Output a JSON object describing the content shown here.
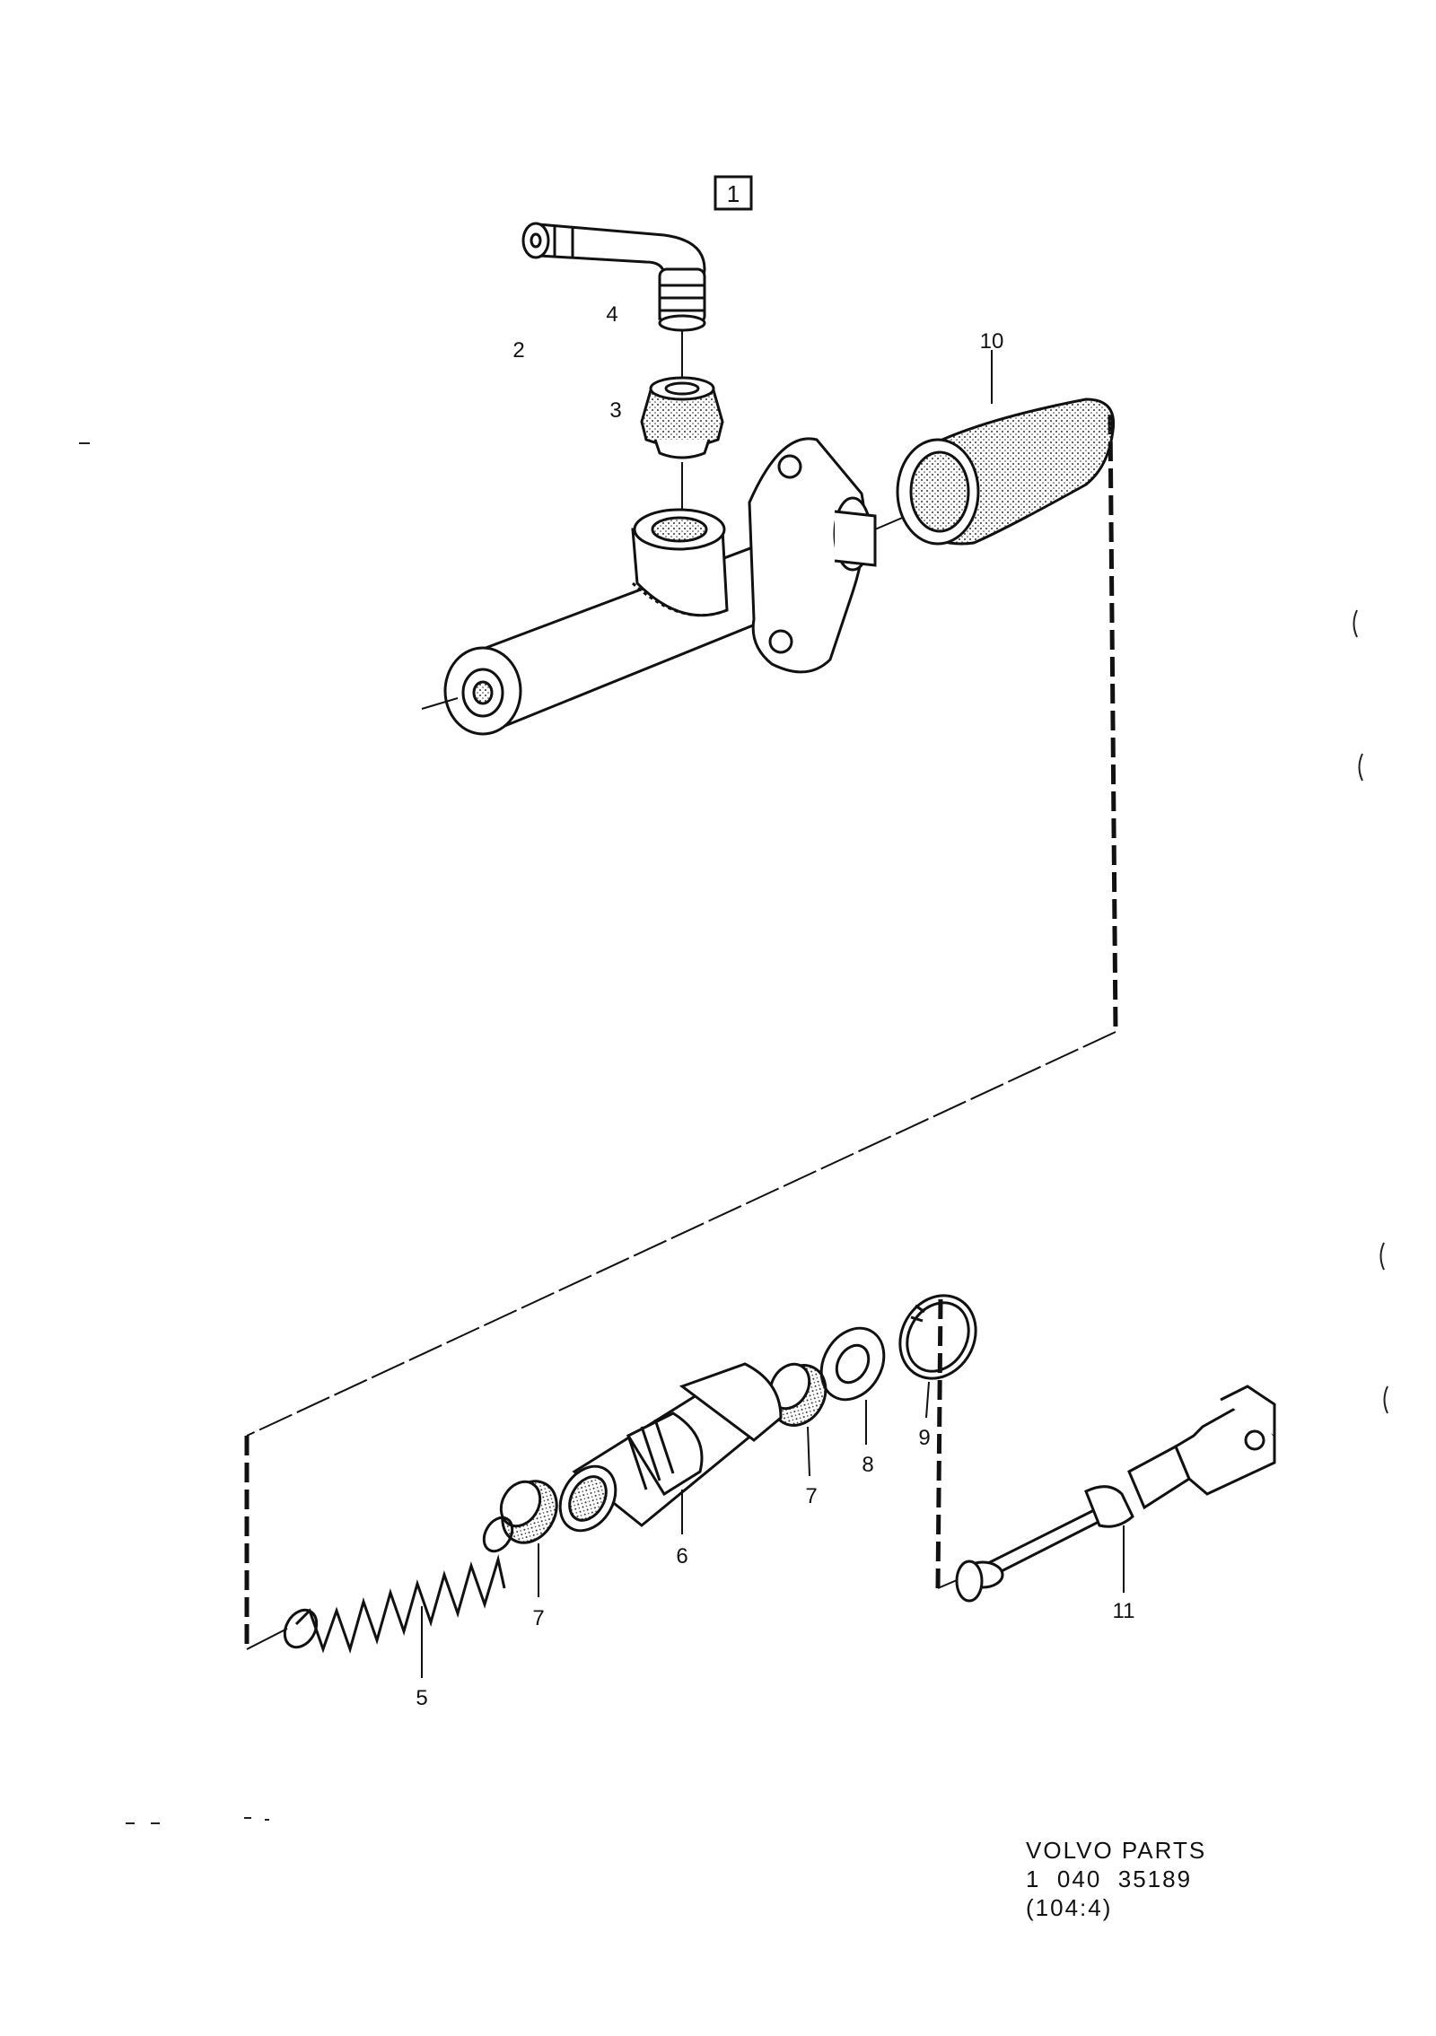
{
  "diagram": {
    "group_number": "1",
    "callouts": {
      "p2": "2",
      "p3": "3",
      "p4": "4",
      "p5": "5",
      "p6": "6",
      "p7a": "7",
      "p7b": "7",
      "p8": "8",
      "p9": "9",
      "p10": "10",
      "p11": "11"
    },
    "colors": {
      "ink": "#111111",
      "paper": "#ffffff"
    }
  },
  "footer": {
    "line1": "VOLVO PARTS",
    "line2": "1  040  35189",
    "line3": "(104:4)"
  }
}
